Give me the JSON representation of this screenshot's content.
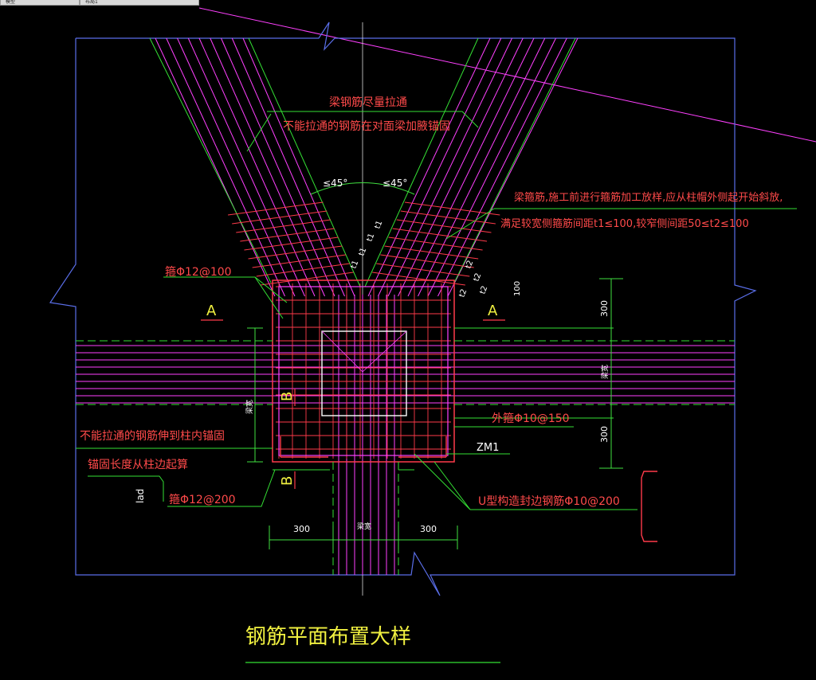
{
  "window": {
    "tabs": [
      {
        "label": "模型"
      },
      {
        "label": "布局1"
      }
    ]
  },
  "drawing": {
    "title": "钢筋平面布置大样",
    "annotations": {
      "top_note_1": "梁钢筋尽量拉通",
      "top_note_2": "不能拉通的钢筋在对面梁加腋锚固",
      "angle_left": "≤45°",
      "angle_right": "≤45°",
      "right_note_1": "梁箍筋,施工前进行箍筋加工放样,应从柱帽外侧起开始斜放,",
      "right_note_2": "满足较宽侧箍筋间距t1≤100,较窄侧间距50≤t2≤100",
      "stirrup_top": "箍Φ12@100",
      "outer_stirrup": "外箍Φ10@150",
      "zm1": "ZM1",
      "left_note_1": "不能拉通的钢筋伸到柱内锚固",
      "left_note_2": "锚固长度从柱边起算",
      "stirrup_bottom": "箍Φ12@200",
      "u_bar": "U型构造封边钢筋Φ10@200",
      "lad": "lad",
      "section_a": "A",
      "section_b": "B",
      "dim_300": "300",
      "dim_100": "100",
      "t1": "t1",
      "t2": "t2",
      "beam_width": "梁宽",
      "beam_width_dim": "梁宽"
    }
  },
  "colors": {
    "background": "#000000",
    "frame": "#5a6ee8",
    "rebar_magenta": "#ff40ff",
    "rebar_red": "#ff3a4a",
    "leader_green": "#34e034",
    "text_yellow": "#f0f040",
    "text_red": "#ff4a4a",
    "dim_green": "#40e040",
    "white": "#ffffff"
  }
}
